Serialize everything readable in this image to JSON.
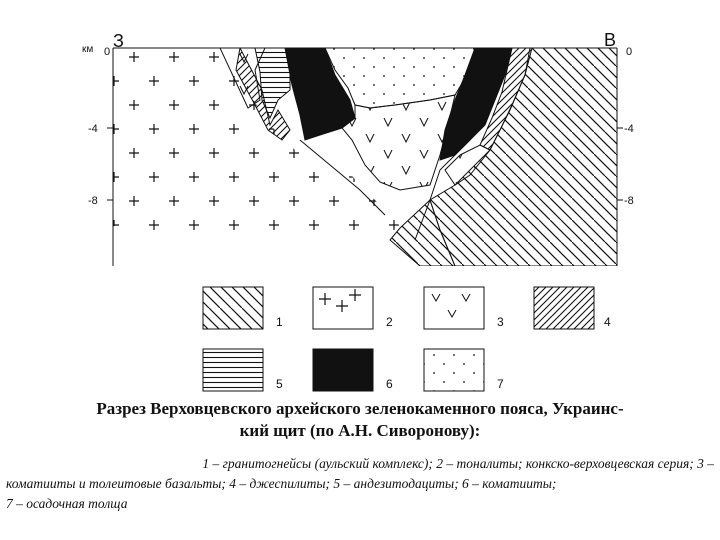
{
  "section": {
    "west_label": "З",
    "east_label": "В",
    "unit_label": "км",
    "depth_ticks_left": [
      "0",
      "-4",
      "-8"
    ],
    "depth_ticks_right": [
      "0",
      "-4",
      "-8"
    ]
  },
  "legend": {
    "items": [
      {
        "number": "1",
        "pattern": "diagonal-hatch-gneiss"
      },
      {
        "number": "2",
        "pattern": "crosses-tonalite"
      },
      {
        "number": "3",
        "pattern": "v-marks-basalt"
      },
      {
        "number": "4",
        "pattern": "dense-diagonal-jaspilite"
      },
      {
        "number": "5",
        "pattern": "horizontal-lines-andesite"
      },
      {
        "number": "6",
        "pattern": "solid-black-komatiite"
      },
      {
        "number": "7",
        "pattern": "dots-sediment"
      }
    ]
  },
  "caption": {
    "title_line1": "Разрез Верховцевского архейского зеленокаменного пояса, Украинс-",
    "title_line2": "кий щит (по А.Н. Сиворонову):",
    "description_line1": "1 – гранитогнейсы (аульский комплекс); 2 – тоналиты; конкско-верховцевская серия; 3 –",
    "description_line2": "коматииты и толеитовые базальты; 4 – джеспилиты; 5 – андезитодациты; 6 – коматииты;",
    "description_line3": "7 – осадочная толща"
  }
}
